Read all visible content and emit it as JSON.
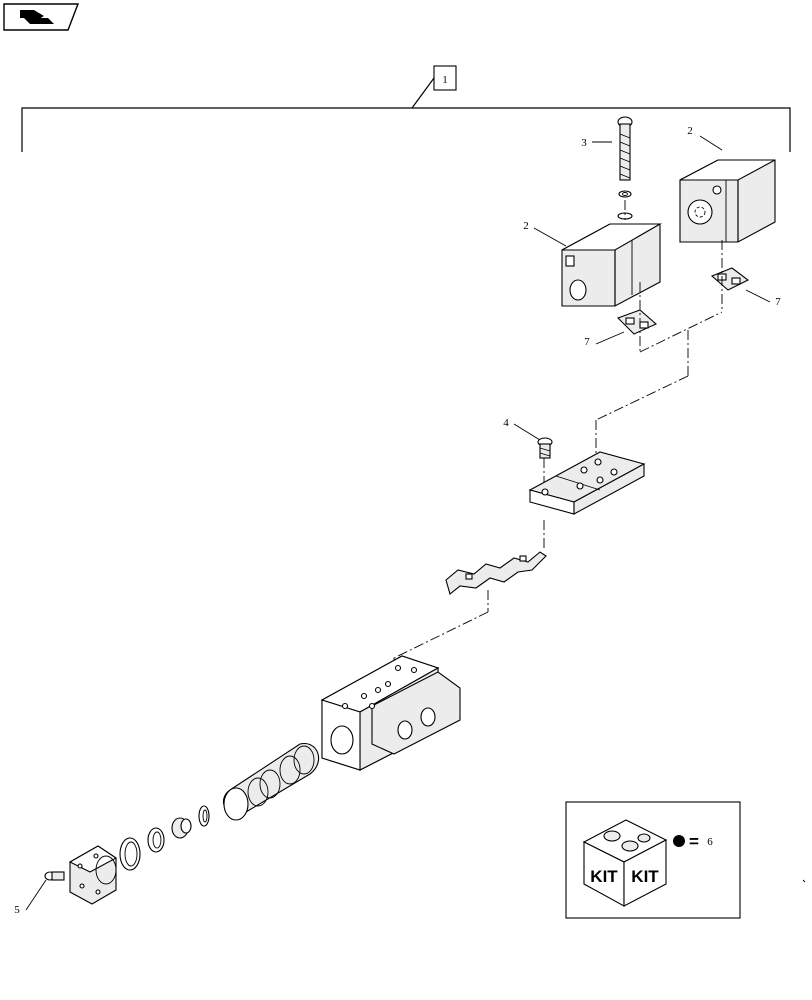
{
  "nav_button": {
    "icon": "page-return-icon"
  },
  "assembly_label": "1",
  "callouts": {
    "c2_top": "2",
    "c3": "3",
    "c2_mid": "2",
    "c7_right": "7",
    "c7_left": "7",
    "c4": "4",
    "c5": "5"
  },
  "kit_box": {
    "label_left": "KIT",
    "label_right": "KIT",
    "equals": "=",
    "ref": "6",
    "bullet_color": "#000000"
  }
}
